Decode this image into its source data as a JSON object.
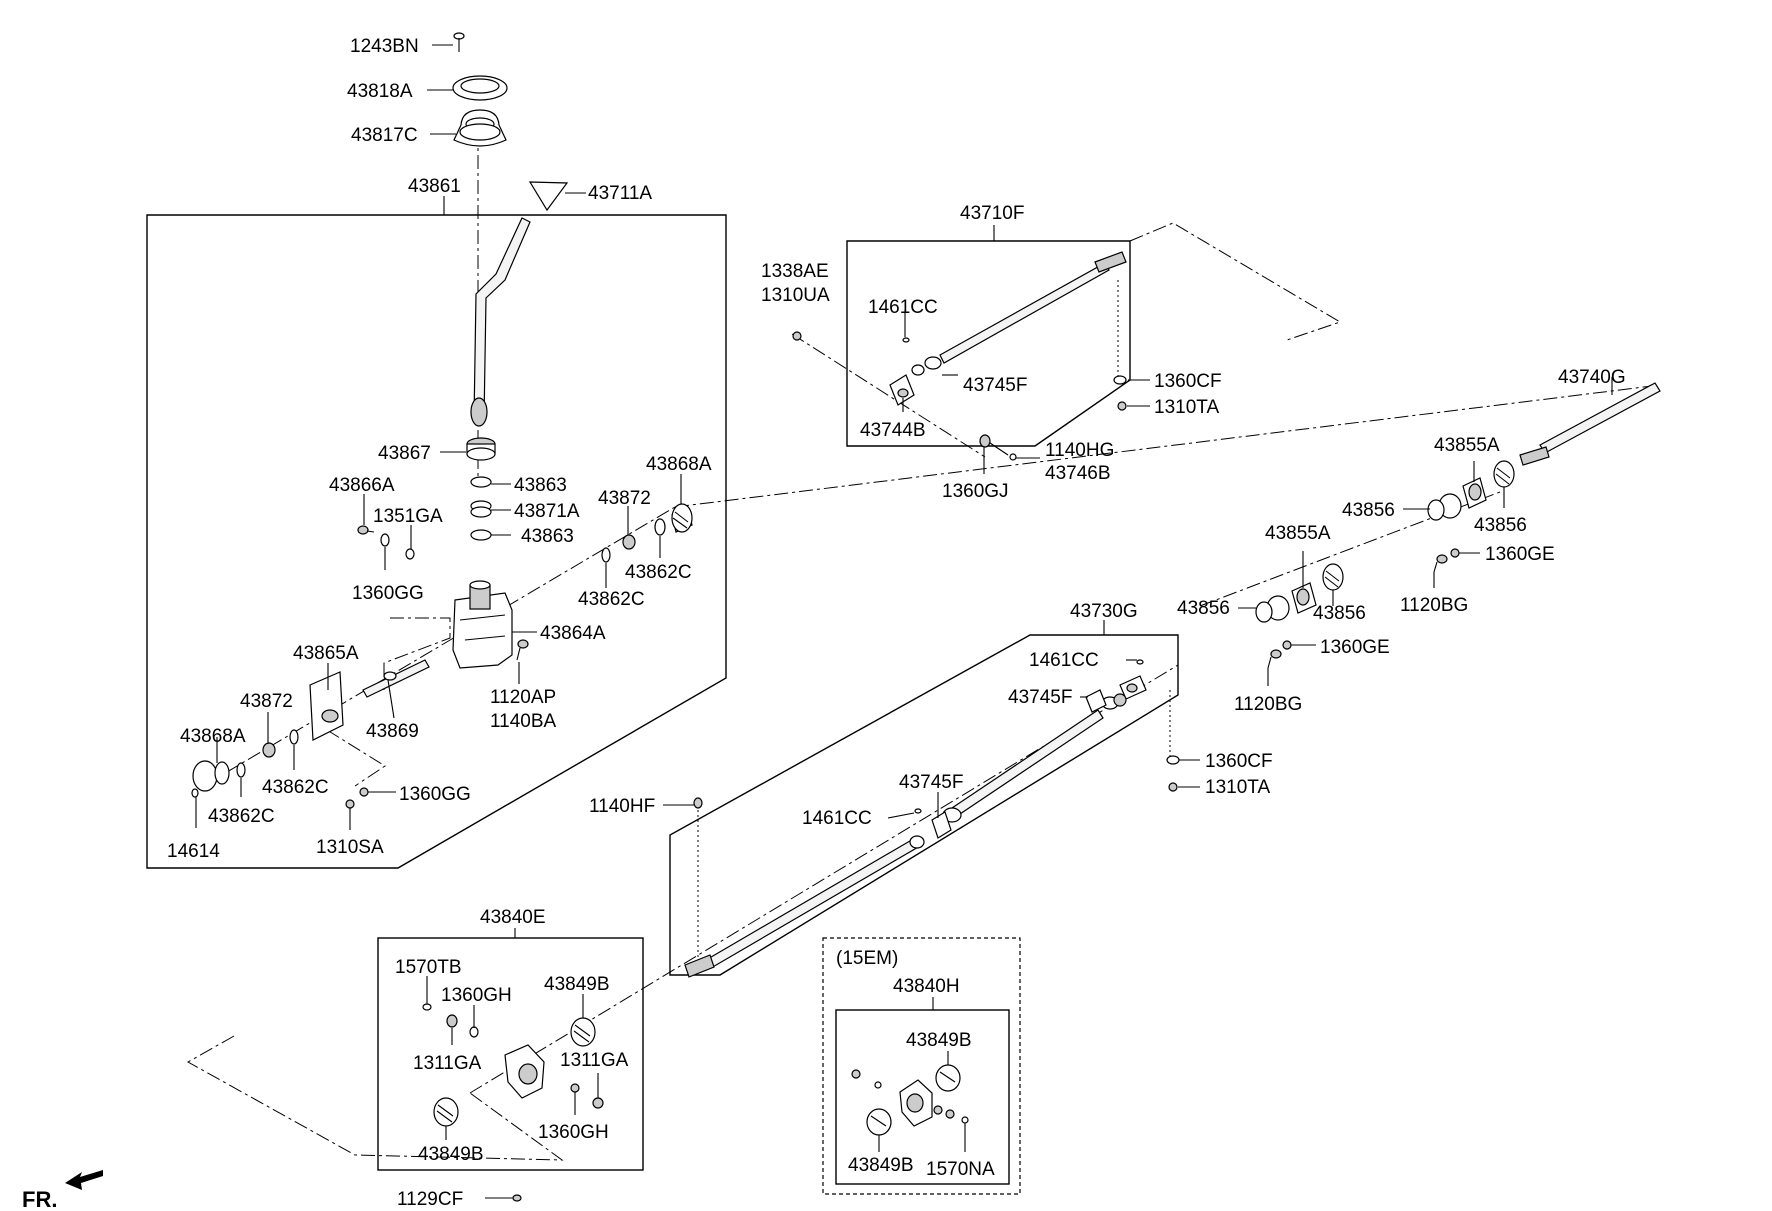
{
  "labels": {
    "l_1243BN": "1243BN",
    "l_43818A": "43818A",
    "l_43817C": "43817C",
    "l_43861": "43861",
    "l_43711A": "43711A",
    "l_43867": "43867",
    "l_43863a": "43863",
    "l_43871A": "43871A",
    "l_43863b": "43863",
    "l_43866A": "43866A",
    "l_1351GA": "1351GA",
    "l_43872a": "43872",
    "l_43868Aa": "43868A",
    "l_43862Ca": "43862C",
    "l_1360GGa": "1360GG",
    "l_43862Cb": "43862C",
    "l_43864A": "43864A",
    "l_43865A": "43865A",
    "l_1120AP": "1120AP",
    "l_1140BA": "1140BA",
    "l_43869": "43869",
    "l_43872b": "43872",
    "l_43868Ab": "43868A",
    "l_43862Cc": "43862C",
    "l_1360GGb": "1360GG",
    "l_43862Cd": "43862C",
    "l_14614": "14614",
    "l_1310SA": "1310SA",
    "l_43710F": "43710F",
    "l_1338AE": "1338AE",
    "l_1310UA": "1310UA",
    "l_1461CCa": "1461CC",
    "l_43745Fa": "43745F",
    "l_1360CFa": "1360CF",
    "l_1310TAa": "1310TA",
    "l_43744B": "43744B",
    "l_1140HG": "1140HG",
    "l_43746B": "43746B",
    "l_1360GJ": "1360GJ",
    "l_43740G": "43740G",
    "l_43855Aa": "43855A",
    "l_43856a": "43856",
    "l_43856b": "43856",
    "l_1360GEa": "1360GE",
    "l_1120BGa": "1120BG",
    "l_43855Ab": "43855A",
    "l_43856c": "43856",
    "l_43856d": "43856",
    "l_1360GEb": "1360GE",
    "l_1120BGb": "1120BG",
    "l_43730G": "43730G",
    "l_1461CCb": "1461CC",
    "l_43745Fb": "43745F",
    "l_1360CFb": "1360CF",
    "l_1310TAb": "1310TA",
    "l_43745Fc": "43745F",
    "l_1140HF": "1140HF",
    "l_1461CCc": "1461CC",
    "l_43840E": "43840E",
    "l_1570TB": "1570TB",
    "l_1360GHa": "1360GH",
    "l_43849Ba": "43849B",
    "l_1311GAa": "1311GA",
    "l_1311GAb": "1311GA",
    "l_1360GHb": "1360GH",
    "l_43849Bb": "43849B",
    "l_1129CF": "1129CF",
    "l_15EM": "(15EM)",
    "l_43840H": "43840H",
    "l_43849Bc": "43849B",
    "l_43849Bd": "43849B",
    "l_1570NA": "1570NA",
    "l_FR": "FR."
  }
}
